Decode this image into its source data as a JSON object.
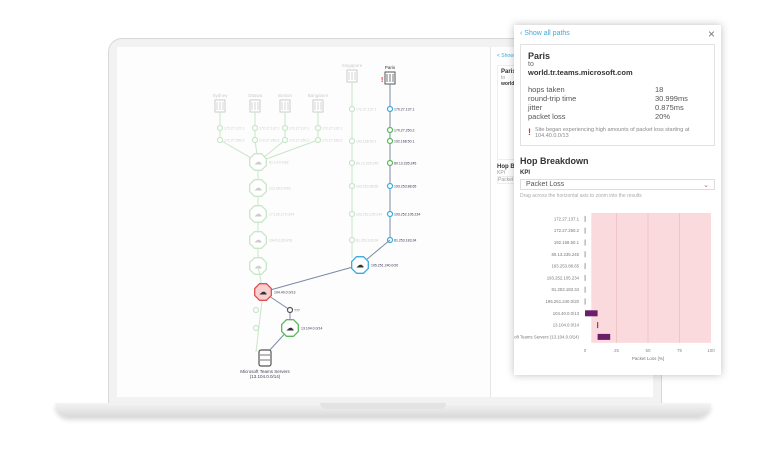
{
  "map": {
    "active_source": "Paris",
    "faded_sources": [
      "Sydney",
      "Ottawa",
      "Boston",
      "Bangalore",
      "Singapore"
    ],
    "paris_hops": [
      "170.27.137.1",
      "170.27.250.2",
      "192.168.50.1",
      "80.13.235.245",
      "193.253.88.65",
      "193.252.105.234",
      "81.253.183.34"
    ],
    "singapore_hops": [
      "172.27.137.1",
      "172.27.250.2",
      "192.168.50.1",
      "80.13.235.245",
      "193.253.88.65",
      "193.252.105.234",
      "81.253.183.34"
    ],
    "faded_city_hops": [
      "172.27.137.1",
      "172.27.250.2"
    ],
    "faded_clouds": [
      "61.14.0.0/18",
      "212.28.0.0/16",
      "17.136.172.0/24",
      "194.6.128.0/18"
    ],
    "blue_cloud": "195.251.240.0/20",
    "red_cloud": "104.40.0.0/13",
    "small_node": "???",
    "green_cloud": "13.104.0.0/14",
    "destination": "Microsoft Teams Servers",
    "destination_sub": "(13.104.0.0/14)",
    "colors": {
      "blue": "#3fa9e0",
      "green": "#5cb85c",
      "red": "#e05050",
      "faded": "#c8e6c8"
    }
  },
  "behind_panel": {
    "link": "< Show",
    "title": "Paris",
    "to": "to",
    "dest": "world",
    "section": "Hop Br",
    "kpi": "KPI",
    "select": "Packet"
  },
  "panel": {
    "back_link": "Show all paths",
    "close": "×",
    "source": "Paris",
    "to": "to",
    "destination": "world.tr.teams.microsoft.com",
    "stats": [
      {
        "label": "hops taken",
        "value": "18"
      },
      {
        "label": "round-trip time",
        "value": "30.999ms"
      },
      {
        "label": "jitter",
        "value": "0.875ms"
      },
      {
        "label": "packet loss",
        "value": "20%"
      }
    ],
    "alert": "Site began experiencing high amounts of packet loss starting at 104.40.0.0/13",
    "section_title": "Hop Breakdown",
    "kpi_label": "KPI",
    "kpi_value": "Packet Loss",
    "hint": "Drag across the horizontal axis to zoom into the results"
  },
  "chart_data": {
    "type": "bar",
    "orientation": "horizontal",
    "categories": [
      "172.27.137.1",
      "172.27.250.2",
      "192.168.50.1",
      "80.13.235.245",
      "193.253.88.65",
      "193.252.105.234",
      "81.253.183.34",
      "195.251.240.0/20",
      "104.40.0.0/13",
      "13.104.0.0/14",
      "Microsoft Teams Servers (13.104.0.0/14)"
    ],
    "series": [
      {
        "start": [
          0,
          0,
          0,
          0,
          0,
          0,
          0,
          0,
          0,
          10,
          10
        ],
        "end": [
          0,
          0,
          0,
          0,
          0,
          0,
          0,
          0,
          10,
          10,
          20
        ]
      }
    ],
    "xlabel": "Packet Loss [%]",
    "xlim": [
      0,
      100
    ],
    "xticks": [
      "0",
      "25",
      "50",
      "75",
      "100"
    ],
    "highlight_color": "#fadadd",
    "bar_color": "#6b1f6b"
  }
}
